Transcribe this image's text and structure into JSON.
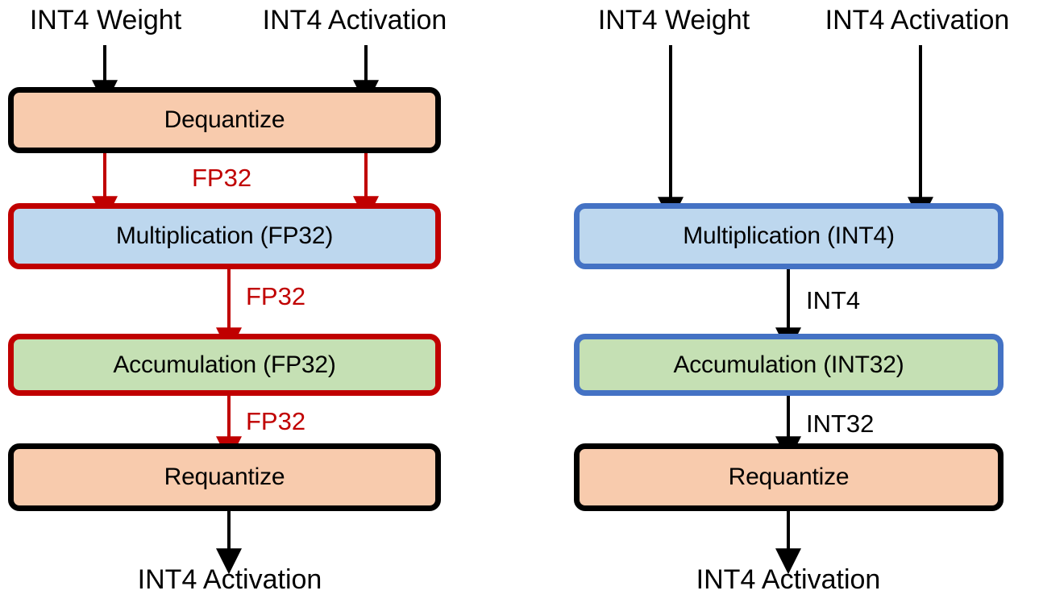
{
  "figure": {
    "title": "INT4 quantized matrix-multiply dataflow comparison",
    "colors": {
      "orange_fill": "#F8CBAD",
      "blue_fill": "#BDD7EE",
      "green_fill": "#C5E0B4",
      "black_edge": "#000000",
      "red_edge": "#C00000",
      "blue_edge": "#4472C4",
      "background": "#FFFFFF"
    }
  },
  "left_panel": {
    "name": "simulated-quantization-pipeline",
    "inputs": [
      {
        "label": "INT4 Weight"
      },
      {
        "label": "INT4 Activation"
      }
    ],
    "boxes": [
      {
        "label": "Dequantize",
        "fill": "#F8CBAD",
        "border": "#000000"
      },
      {
        "label": "Multiplication (FP32)",
        "fill": "#BDD7EE",
        "border": "#C00000"
      },
      {
        "label": "Accumulation (FP32)",
        "fill": "#C5E0B4",
        "border": "#C00000"
      },
      {
        "label": "Requantize",
        "fill": "#F8CBAD",
        "border": "#000000"
      }
    ],
    "edge_labels": [
      {
        "label": "FP32",
        "color": "#C00000"
      },
      {
        "label": "FP32",
        "color": "#C00000"
      },
      {
        "label": "FP32",
        "color": "#C00000"
      }
    ],
    "output": {
      "label": "INT4 Activation"
    }
  },
  "right_panel": {
    "name": "integer-only-quantization-pipeline",
    "inputs": [
      {
        "label": "INT4 Weight"
      },
      {
        "label": "INT4 Activation"
      }
    ],
    "boxes": [
      {
        "label": "Multiplication (INT4)",
        "fill": "#BDD7EE",
        "border": "#4472C4"
      },
      {
        "label": "Accumulation (INT32)",
        "fill": "#C5E0B4",
        "border": "#4472C4"
      },
      {
        "label": "Requantize",
        "fill": "#F8CBAD",
        "border": "#000000"
      }
    ],
    "edge_labels": [
      {
        "label": "INT4",
        "color": "#000000"
      },
      {
        "label": "INT32",
        "color": "#000000"
      }
    ],
    "output": {
      "label": "INT4 Activation"
    }
  }
}
